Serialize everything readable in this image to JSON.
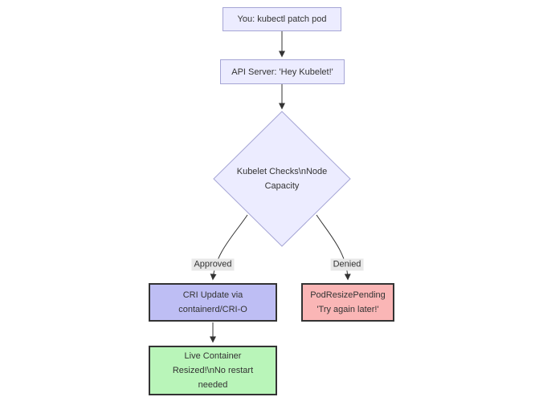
{
  "diagram": {
    "type": "flowchart",
    "direction": "top-down",
    "background": "#ffffff",
    "nodes": {
      "user": {
        "id": "user",
        "shape": "rect",
        "label": "You: kubectl patch pod",
        "fill": "#ececff",
        "border": "#a5a5d5"
      },
      "api": {
        "id": "api",
        "shape": "rect",
        "label": "API Server: 'Hey Kubelet!'",
        "fill": "#ececff",
        "border": "#a5a5d5"
      },
      "decision": {
        "id": "decision",
        "shape": "diamond",
        "label": "Kubelet Checks\\nNode\nCapacity",
        "fill": "#ececff",
        "border": "#a5a5d5"
      },
      "cri": {
        "id": "cri",
        "shape": "rect",
        "label": "CRI Update via\ncontainerd/CRI-O",
        "fill": "#bebef4",
        "border": "#333333"
      },
      "pending": {
        "id": "pending",
        "shape": "rect",
        "label": "PodResizePending\n'Try again later!'",
        "fill": "#fab6b6",
        "border": "#333333"
      },
      "resized": {
        "id": "resized",
        "shape": "rect",
        "label": "Live Container\nResized!\\nNo restart\nneeded",
        "fill": "#b9f5b9",
        "border": "#333333"
      }
    },
    "edges": [
      {
        "from": "user",
        "to": "api",
        "label": ""
      },
      {
        "from": "api",
        "to": "decision",
        "label": ""
      },
      {
        "from": "decision",
        "to": "cri",
        "label": "Approved"
      },
      {
        "from": "decision",
        "to": "pending",
        "label": "Denied"
      },
      {
        "from": "cri",
        "to": "resized",
        "label": ""
      }
    ],
    "colors": {
      "edge_stroke": "#333333",
      "edge_label_background": "#e8e8e8",
      "text": "#333333",
      "default_node_fill": "#ececff",
      "default_node_border": "#a5a5d5",
      "cri_node_fill": "#bebef4",
      "pending_node_fill": "#fab6b6",
      "resized_node_fill": "#b9f5b9",
      "colored_node_border": "#333333"
    }
  }
}
